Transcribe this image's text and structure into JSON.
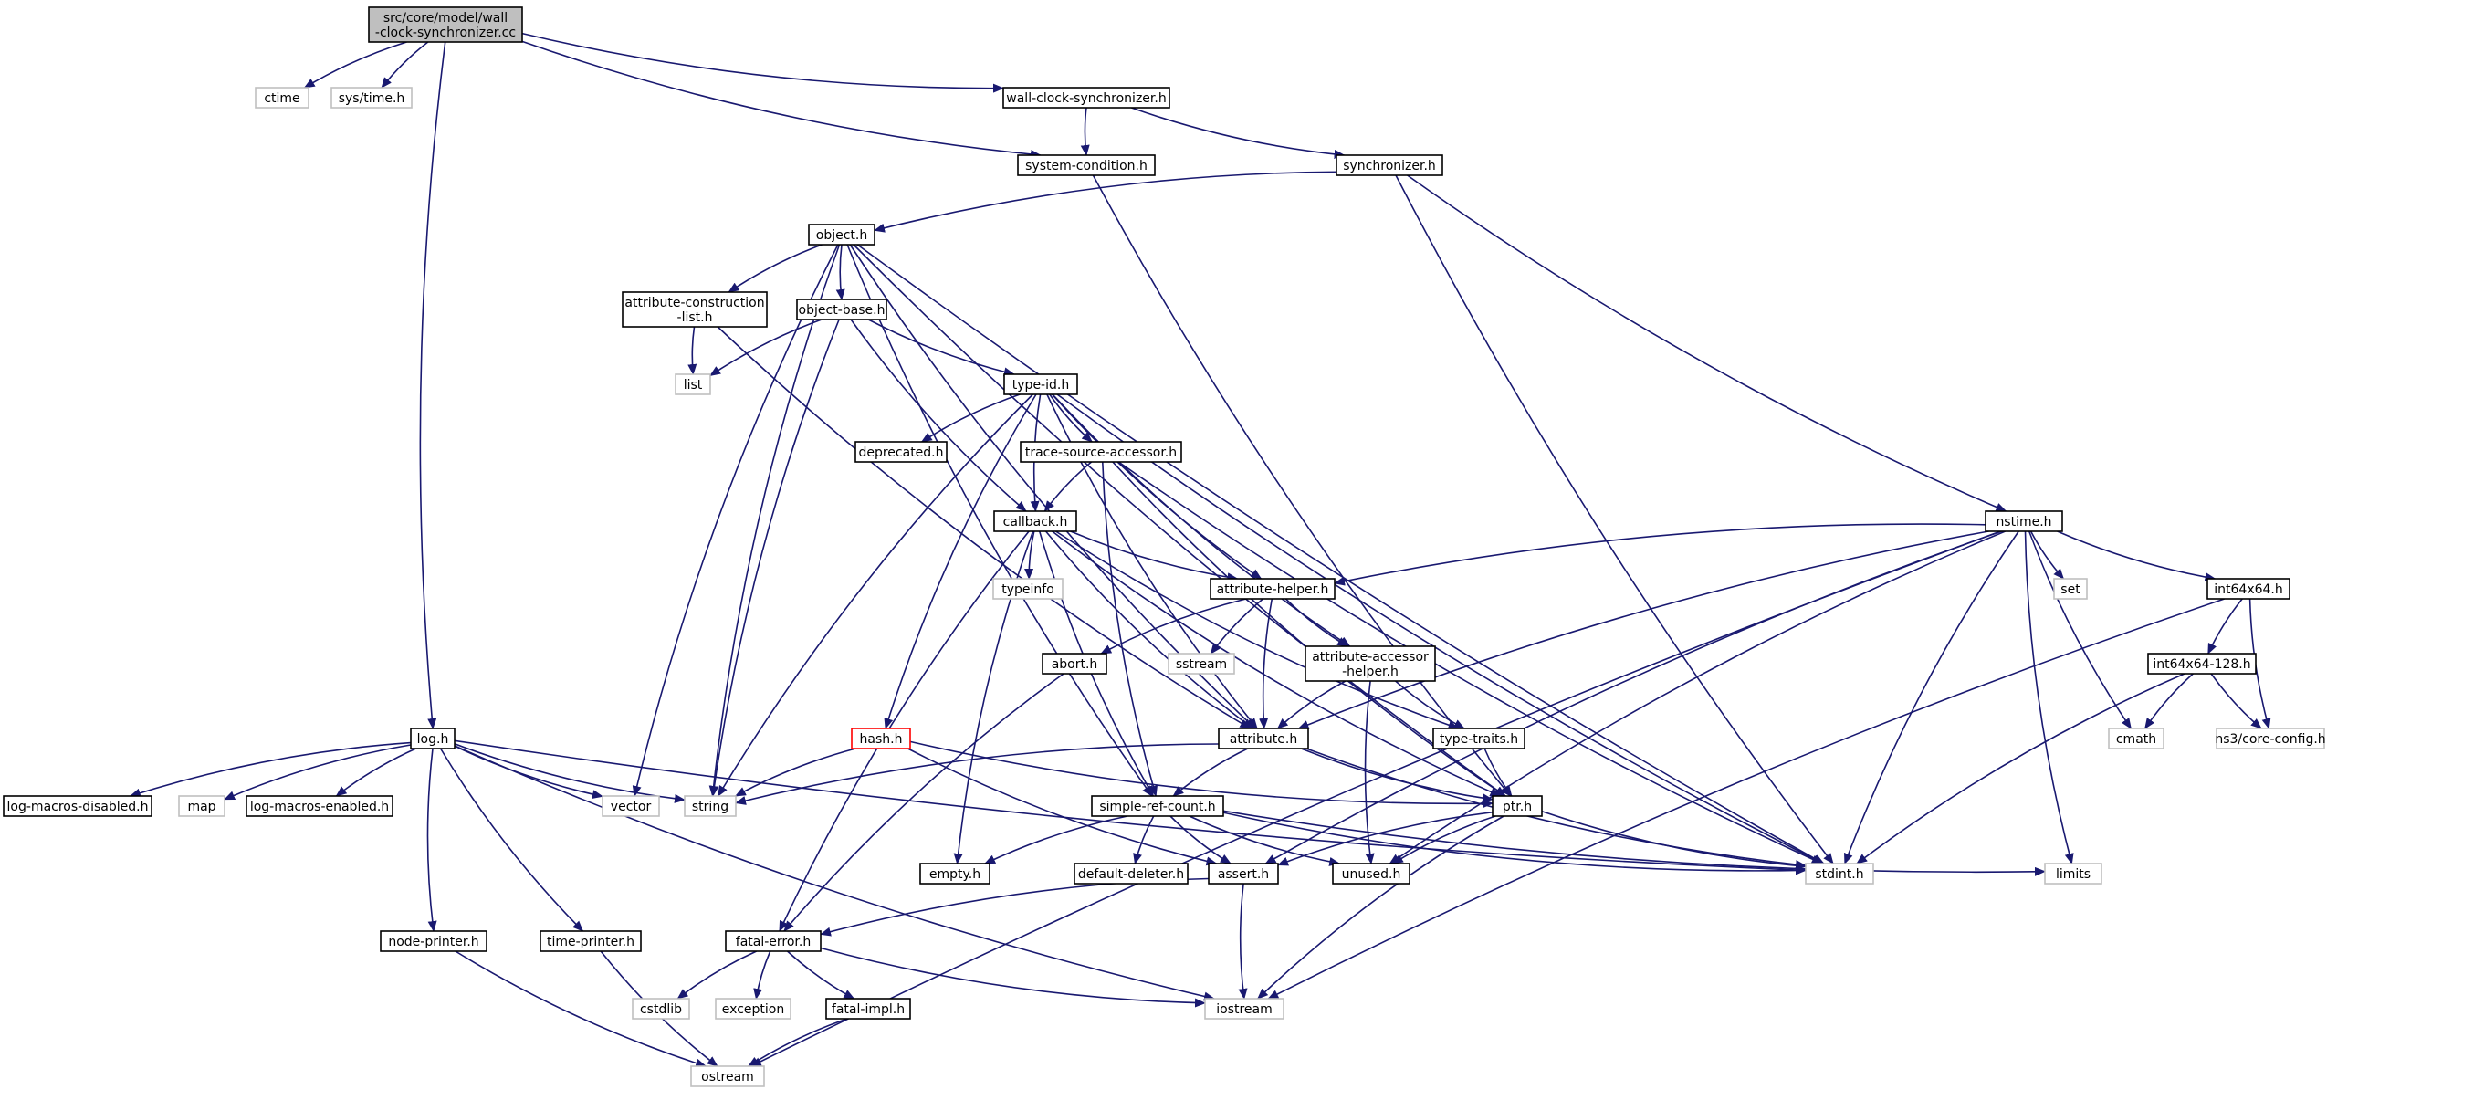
{
  "chart_data": {
    "type": "include-dependency-graph",
    "colors": {
      "edge": "#191970",
      "root_fill": "#bfbfbf",
      "node_border": "#000000",
      "system_border": "#bfbfbf",
      "missing_border": "#ff0000"
    },
    "nodes": [
      {
        "id": "root",
        "label": [
          "src/core/model/wall",
          "-clock-synchronizer.cc"
        ],
        "kind": "root"
      },
      {
        "id": "ctime",
        "label": [
          "ctime"
        ],
        "kind": "system"
      },
      {
        "id": "systime",
        "label": [
          "sys/time.h"
        ],
        "kind": "system"
      },
      {
        "id": "wcs",
        "label": [
          "wall-clock-synchronizer.h"
        ],
        "kind": "local"
      },
      {
        "id": "syscond",
        "label": [
          "system-condition.h"
        ],
        "kind": "local"
      },
      {
        "id": "sync",
        "label": [
          "synchronizer.h"
        ],
        "kind": "local"
      },
      {
        "id": "object",
        "label": [
          "object.h"
        ],
        "kind": "local"
      },
      {
        "id": "acl",
        "label": [
          "attribute-construction",
          "-list.h"
        ],
        "kind": "local"
      },
      {
        "id": "objbase",
        "label": [
          "object-base.h"
        ],
        "kind": "local"
      },
      {
        "id": "list",
        "label": [
          "list"
        ],
        "kind": "system"
      },
      {
        "id": "typeid",
        "label": [
          "type-id.h"
        ],
        "kind": "local"
      },
      {
        "id": "deprecated",
        "label": [
          "deprecated.h"
        ],
        "kind": "local"
      },
      {
        "id": "tsa",
        "label": [
          "trace-source-accessor.h"
        ],
        "kind": "local"
      },
      {
        "id": "callback",
        "label": [
          "callback.h"
        ],
        "kind": "local"
      },
      {
        "id": "typeinfo",
        "label": [
          "typeinfo"
        ],
        "kind": "system"
      },
      {
        "id": "attrhelper",
        "label": [
          "attribute-helper.h"
        ],
        "kind": "local"
      },
      {
        "id": "sstream",
        "label": [
          "sstream"
        ],
        "kind": "system"
      },
      {
        "id": "abort",
        "label": [
          "abort.h"
        ],
        "kind": "local"
      },
      {
        "id": "aah",
        "label": [
          "attribute-accessor",
          "-helper.h"
        ],
        "kind": "local"
      },
      {
        "id": "attribute",
        "label": [
          "attribute.h"
        ],
        "kind": "local"
      },
      {
        "id": "typetraits",
        "label": [
          "type-traits.h"
        ],
        "kind": "local"
      },
      {
        "id": "hash",
        "label": [
          "hash.h"
        ],
        "kind": "missing"
      },
      {
        "id": "string",
        "label": [
          "string"
        ],
        "kind": "system"
      },
      {
        "id": "ptr",
        "label": [
          "ptr.h"
        ],
        "kind": "local"
      },
      {
        "id": "srcount",
        "label": [
          "simple-ref-count.h"
        ],
        "kind": "local"
      },
      {
        "id": "empty",
        "label": [
          "empty.h"
        ],
        "kind": "local"
      },
      {
        "id": "deleter",
        "label": [
          "default-deleter.h"
        ],
        "kind": "local"
      },
      {
        "id": "assert",
        "label": [
          "assert.h"
        ],
        "kind": "local"
      },
      {
        "id": "unused",
        "label": [
          "unused.h"
        ],
        "kind": "local"
      },
      {
        "id": "stdint",
        "label": [
          "stdint.h"
        ],
        "kind": "system"
      },
      {
        "id": "limits",
        "label": [
          "limits"
        ],
        "kind": "system"
      },
      {
        "id": "nstime",
        "label": [
          "nstime.h"
        ],
        "kind": "local"
      },
      {
        "id": "set",
        "label": [
          "set"
        ],
        "kind": "system"
      },
      {
        "id": "int64",
        "label": [
          "int64x64.h"
        ],
        "kind": "local"
      },
      {
        "id": "int128",
        "label": [
          "int64x64-128.h"
        ],
        "kind": "local"
      },
      {
        "id": "cmath",
        "label": [
          "cmath"
        ],
        "kind": "system"
      },
      {
        "id": "coreconfig",
        "label": [
          "ns3/core-config.h"
        ],
        "kind": "system"
      },
      {
        "id": "log",
        "label": [
          "log.h"
        ],
        "kind": "local"
      },
      {
        "id": "lmd",
        "label": [
          "log-macros-disabled.h"
        ],
        "kind": "local"
      },
      {
        "id": "map",
        "label": [
          "map"
        ],
        "kind": "system"
      },
      {
        "id": "lme",
        "label": [
          "log-macros-enabled.h"
        ],
        "kind": "local"
      },
      {
        "id": "vector",
        "label": [
          "vector"
        ],
        "kind": "system"
      },
      {
        "id": "nodeprinter",
        "label": [
          "node-printer.h"
        ],
        "kind": "local"
      },
      {
        "id": "timeprinter",
        "label": [
          "time-printer.h"
        ],
        "kind": "local"
      },
      {
        "id": "fatalerror",
        "label": [
          "fatal-error.h"
        ],
        "kind": "local"
      },
      {
        "id": "cstdlib",
        "label": [
          "cstdlib"
        ],
        "kind": "system"
      },
      {
        "id": "exception",
        "label": [
          "exception"
        ],
        "kind": "system"
      },
      {
        "id": "fatalimpl",
        "label": [
          "fatal-impl.h"
        ],
        "kind": "local"
      },
      {
        "id": "iostream",
        "label": [
          "iostream"
        ],
        "kind": "system"
      },
      {
        "id": "ostream",
        "label": [
          "ostream"
        ],
        "kind": "system"
      }
    ],
    "edges": [
      [
        "root",
        "ctime"
      ],
      [
        "root",
        "systime"
      ],
      [
        "root",
        "wcs"
      ],
      [
        "root",
        "syscond"
      ],
      [
        "root",
        "log"
      ],
      [
        "wcs",
        "syscond"
      ],
      [
        "wcs",
        "sync"
      ],
      [
        "syscond",
        "ptr"
      ],
      [
        "sync",
        "object"
      ],
      [
        "sync",
        "nstime"
      ],
      [
        "sync",
        "stdint"
      ],
      [
        "object",
        "acl"
      ],
      [
        "object",
        "objbase"
      ],
      [
        "object",
        "ptr"
      ],
      [
        "object",
        "attribute"
      ],
      [
        "object",
        "srcount"
      ],
      [
        "object",
        "string"
      ],
      [
        "object",
        "vector"
      ],
      [
        "object",
        "stdint"
      ],
      [
        "acl",
        "list"
      ],
      [
        "acl",
        "attribute"
      ],
      [
        "objbase",
        "typeid"
      ],
      [
        "objbase",
        "list"
      ],
      [
        "objbase",
        "string"
      ],
      [
        "objbase",
        "callback"
      ],
      [
        "typeid",
        "deprecated"
      ],
      [
        "typeid",
        "tsa"
      ],
      [
        "typeid",
        "callback"
      ],
      [
        "typeid",
        "attrhelper"
      ],
      [
        "typeid",
        "aah"
      ],
      [
        "typeid",
        "attribute"
      ],
      [
        "typeid",
        "hash"
      ],
      [
        "typeid",
        "string"
      ],
      [
        "typeid",
        "stdint"
      ],
      [
        "tsa",
        "callback"
      ],
      [
        "tsa",
        "ptr"
      ],
      [
        "tsa",
        "srcount"
      ],
      [
        "tsa",
        "stdint"
      ],
      [
        "callback",
        "typeinfo"
      ],
      [
        "callback",
        "attrhelper"
      ],
      [
        "callback",
        "attribute"
      ],
      [
        "callback",
        "typetraits"
      ],
      [
        "callback",
        "ptr"
      ],
      [
        "callback",
        "srcount"
      ],
      [
        "callback",
        "empty"
      ],
      [
        "callback",
        "fatalerror"
      ],
      [
        "attrhelper",
        "abort"
      ],
      [
        "attrhelper",
        "sstream"
      ],
      [
        "attrhelper",
        "aah"
      ],
      [
        "attrhelper",
        "attribute"
      ],
      [
        "aah",
        "attribute"
      ],
      [
        "aah",
        "typetraits"
      ],
      [
        "aah",
        "unused"
      ],
      [
        "abort",
        "fatalerror"
      ],
      [
        "attribute",
        "string"
      ],
      [
        "attribute",
        "ptr"
      ],
      [
        "attribute",
        "srcount"
      ],
      [
        "attribute",
        "stdint"
      ],
      [
        "typetraits",
        "ptr"
      ],
      [
        "hash",
        "string"
      ],
      [
        "hash",
        "ptr"
      ],
      [
        "hash",
        "assert"
      ],
      [
        "ptr",
        "assert"
      ],
      [
        "ptr",
        "unused"
      ],
      [
        "ptr",
        "stdint"
      ],
      [
        "ptr",
        "iostream"
      ],
      [
        "srcount",
        "empty"
      ],
      [
        "srcount",
        "deleter"
      ],
      [
        "srcount",
        "assert"
      ],
      [
        "srcount",
        "unused"
      ],
      [
        "srcount",
        "stdint"
      ],
      [
        "srcount",
        "limits"
      ],
      [
        "assert",
        "fatalerror"
      ],
      [
        "assert",
        "iostream"
      ],
      [
        "nstime",
        "attrhelper"
      ],
      [
        "nstime",
        "attribute"
      ],
      [
        "nstime",
        "set"
      ],
      [
        "nstime",
        "int64"
      ],
      [
        "nstime",
        "cmath"
      ],
      [
        "nstime",
        "assert"
      ],
      [
        "nstime",
        "unused"
      ],
      [
        "nstime",
        "stdint"
      ],
      [
        "nstime",
        "limits"
      ],
      [
        "nstime",
        "ostream"
      ],
      [
        "int64",
        "int128"
      ],
      [
        "int64",
        "coreconfig"
      ],
      [
        "int64",
        "iostream"
      ],
      [
        "int128",
        "cmath"
      ],
      [
        "int128",
        "coreconfig"
      ],
      [
        "int128",
        "stdint"
      ],
      [
        "log",
        "lmd"
      ],
      [
        "log",
        "map"
      ],
      [
        "log",
        "lme"
      ],
      [
        "log",
        "vector"
      ],
      [
        "log",
        "string"
      ],
      [
        "log",
        "stdint"
      ],
      [
        "log",
        "nodeprinter"
      ],
      [
        "log",
        "timeprinter"
      ],
      [
        "log",
        "iostream"
      ],
      [
        "nodeprinter",
        "ostream"
      ],
      [
        "timeprinter",
        "ostream"
      ],
      [
        "fatalerror",
        "cstdlib"
      ],
      [
        "fatalerror",
        "exception"
      ],
      [
        "fatalerror",
        "fatalimpl"
      ],
      [
        "fatalerror",
        "iostream"
      ],
      [
        "fatalimpl",
        "ostream"
      ]
    ]
  }
}
